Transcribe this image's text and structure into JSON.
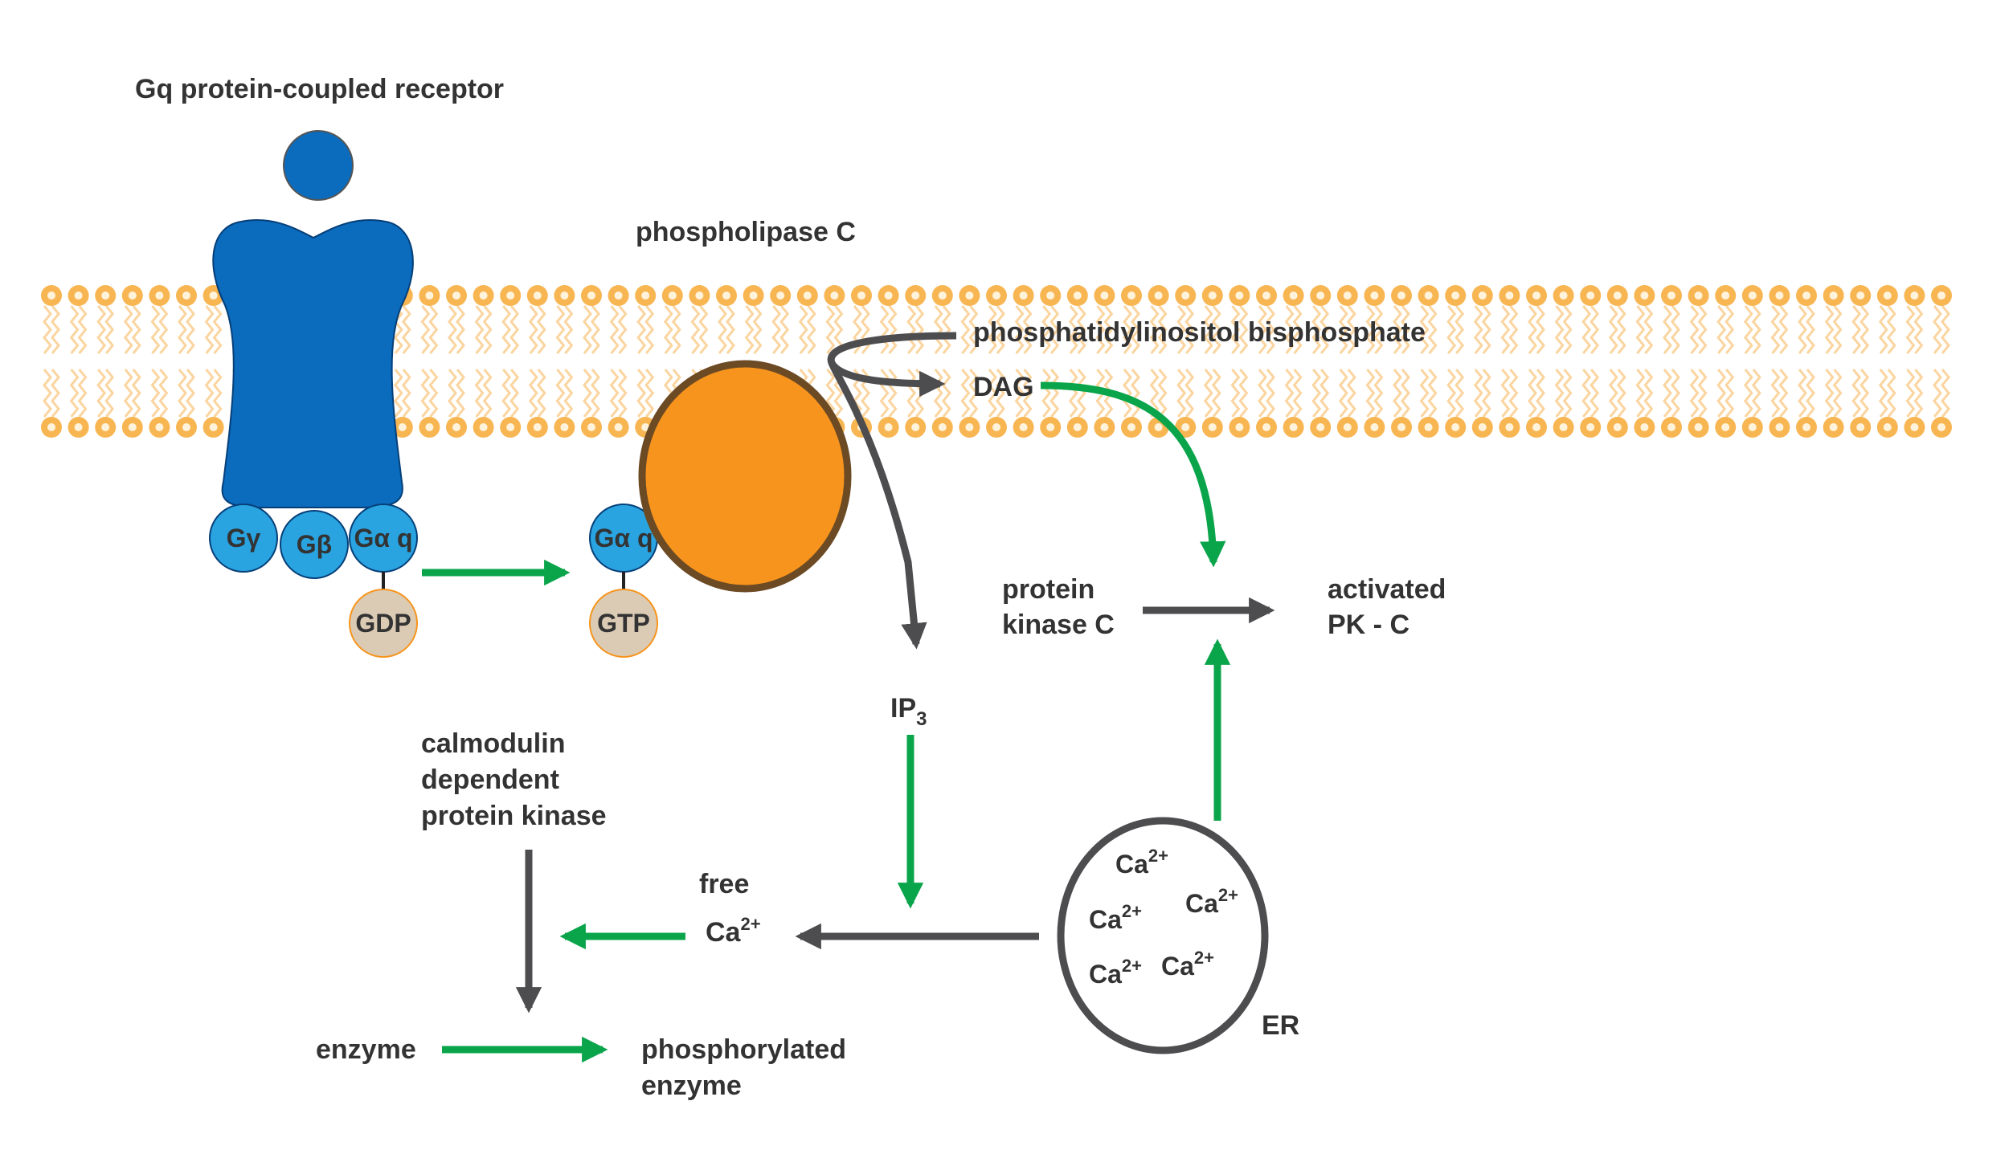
{
  "labels": {
    "receptor": "Gq protein-coupled receptor",
    "plc": "phospholipase C",
    "pip2": "phosphatidylinositol bisphosphate",
    "dag": "DAG",
    "g_gamma": "Gγ",
    "g_beta": "Gβ",
    "g_alpha_q": "Gα q",
    "g_alpha_q2": "Gα q",
    "gdp": "GDP",
    "gtp": "GTP",
    "ip3_main": "IP",
    "ip3_sub": "3",
    "pkc_line1": "protein",
    "pkc_line2": "kinase C",
    "active_pkc_line1": "activated",
    "active_pkc_line2": "PK - C",
    "camk_line1": "calmodulin",
    "camk_line2": "dependent",
    "camk_line3": "protein kinase",
    "free": "free",
    "ca": "Ca",
    "ca_charge": "2+",
    "enzyme": "enzyme",
    "phos_line1": "phosphorylated",
    "phos_line2": "enzyme",
    "er": "ER"
  },
  "colors": {
    "membrane": "#f8b653",
    "membrane_tail": "#fbd5a0",
    "receptor": "#0b6bbd",
    "g_subunit": "#29a4e1",
    "nucleotide": "#dccbb4",
    "plc_fill": "#f7941d",
    "plc_edge": "#6b4a24",
    "green_arrow": "#0aa54b",
    "gray_arrow": "#4d4d4f",
    "text": "#333333"
  }
}
